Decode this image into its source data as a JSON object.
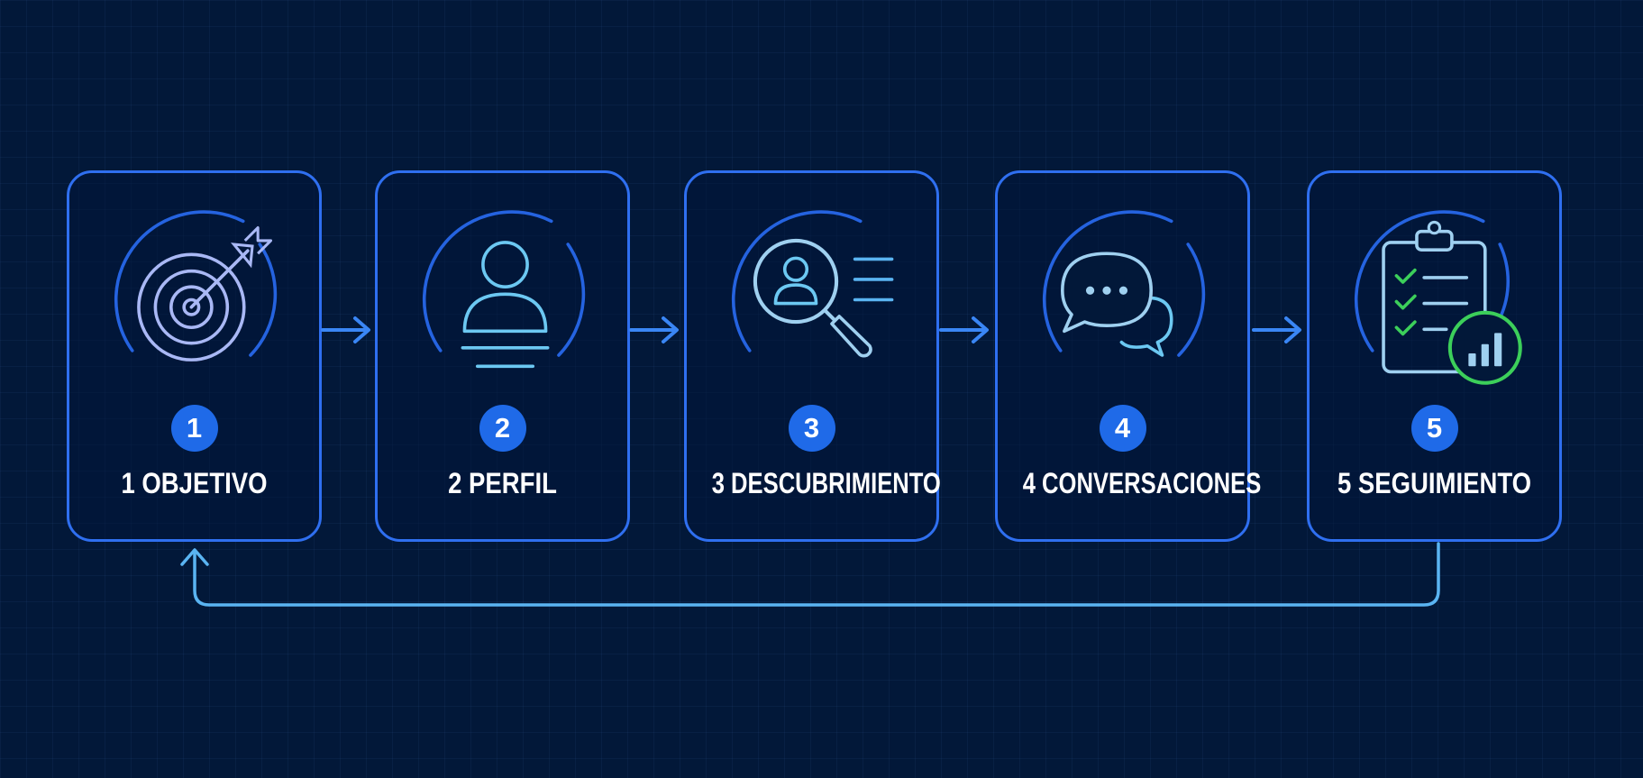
{
  "colors": {
    "background": "#021839",
    "card_border": "#2f6ff0",
    "arrow": "#3a86f5",
    "badge": "#1f6ae8",
    "icon_light": "#9fd0f0",
    "icon_lavender": "#a9b8f5",
    "check_green": "#3ccf5a",
    "loop_line": "#5ab4f2"
  },
  "steps": [
    {
      "number": "1",
      "label": "1 OBJETIVO",
      "icon": "target-arrow-icon"
    },
    {
      "number": "2",
      "label": "2 PERFIL",
      "icon": "user-profile-icon"
    },
    {
      "number": "3",
      "label": "3 DESCUBRIMIENTO",
      "icon": "search-user-icon"
    },
    {
      "number": "4",
      "label": "4 CONVERSACIONES",
      "icon": "chat-bubbles-icon"
    },
    {
      "number": "5",
      "label": "5 SEGUIMIENTO",
      "icon": "checklist-chart-icon"
    }
  ]
}
